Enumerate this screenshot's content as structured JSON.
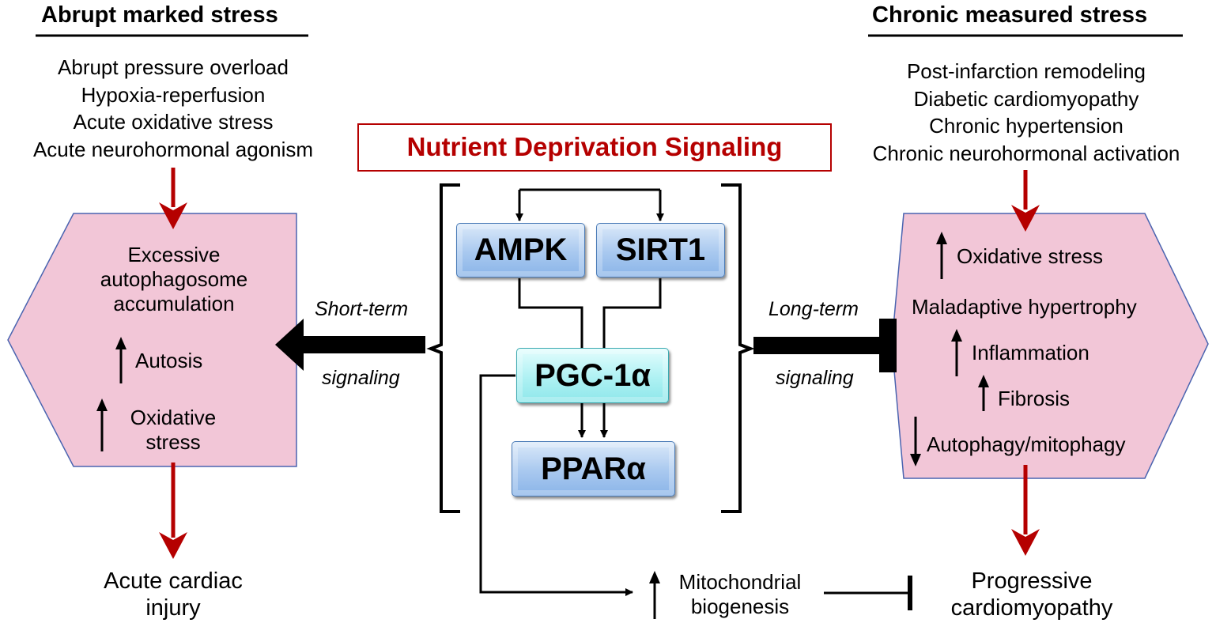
{
  "left_panel": {
    "header": "Abrupt marked stress",
    "triggers": [
      "Abrupt pressure overload",
      "Hypoxia-reperfusion",
      "Acute oxidative stress",
      "Acute neurohormonal agonism"
    ],
    "effects": {
      "accumulation": [
        "Excessive",
        "autophagosome",
        "accumulation"
      ],
      "autosis": "Autosis",
      "oxidative": [
        "Oxidative",
        "stress"
      ]
    },
    "outcome": [
      "Acute cardiac",
      "injury"
    ],
    "signal_label": [
      "Short-term",
      "signaling"
    ]
  },
  "center": {
    "title": "Nutrient Deprivation Signaling",
    "boxes": {
      "ampk": "AMPK",
      "sirt1": "SIRT1",
      "pgc1a": "PGC-1α",
      "ppara": "PPARα"
    },
    "mito": [
      "Mitochondrial",
      "biogenesis"
    ]
  },
  "right_panel": {
    "header": "Chronic measured stress",
    "triggers": [
      "Post-infarction remodeling",
      "Diabetic cardiomyopathy",
      "Chronic hypertension",
      "Chronic neurohormonal activation"
    ],
    "effects": {
      "oxidative": "Oxidative stress",
      "hypertrophy": "Maladaptive hypertrophy",
      "inflammation": "Inflammation",
      "fibrosis": "Fibrosis",
      "autophagy": "Autophagy/mitophagy"
    },
    "outcome": [
      "Progressive",
      "cardiomyopathy"
    ],
    "signal_label": [
      "Long-term",
      "signaling"
    ]
  },
  "colors": {
    "hexagon_fill": "#f2c6d7",
    "hexagon_border": "#4a64b0",
    "red_arrow": "#b50000",
    "title_red": "#b50000"
  }
}
